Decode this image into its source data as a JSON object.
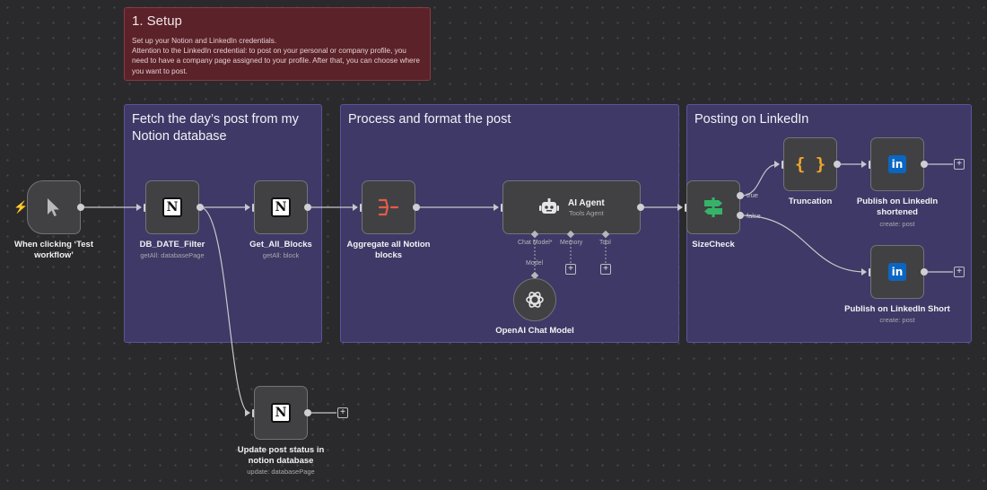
{
  "sticky_note": {
    "title": "1. Setup",
    "body": "Set up your Notion and LinkedIn credentials.\nAttention to the LinkedIn credential: to post on your personal or company profile, you need to have a company page assigned to your profile. After that, you can choose where you want to post."
  },
  "groups": {
    "fetch": "Fetch the day’s post from my Notion database",
    "process": "Process and format the post",
    "posting": "Posting on LinkedIn"
  },
  "nodes": {
    "trigger": {
      "label": "When clicking ‘Test workflow’"
    },
    "db_filter": {
      "label": "DB_DATE_Filter",
      "sub": "getAll: databasePage"
    },
    "get_blocks": {
      "label": "Get_All_Blocks",
      "sub": "getAll: block"
    },
    "aggregate": {
      "label": "Aggregate all Notion blocks"
    },
    "ai_agent": {
      "label": "AI Agent",
      "sub": "Tools Agent",
      "ports": {
        "chat_model": "Chat Model*",
        "memory": "Memory",
        "tool": "Tool"
      }
    },
    "openai": {
      "label": "OpenAI Chat Model",
      "port": "Model"
    },
    "sizecheck": {
      "label": "SizeCheck",
      "true_label": "true",
      "false_label": "false"
    },
    "truncation": {
      "label": "Truncation",
      "glyph": "{ }"
    },
    "publish_shortened": {
      "label": "Publish on LinkedIn shortened",
      "sub": "create: post"
    },
    "publish_short": {
      "label": "Publish on LinkedIn Short",
      "sub": "create: post"
    },
    "update_status": {
      "label": "Update post status in notion database",
      "sub": "update: databasePage"
    }
  },
  "icons": {
    "trigger": "cursor-icon",
    "notion": "notion-icon",
    "aggregate": "aggregate-icon",
    "agent": "robot-icon",
    "openai": "openai-icon",
    "sizecheck": "signpost-icon",
    "truncation": "code-braces-icon",
    "linkedin": "linkedin-icon",
    "linkedin_glyph": "in",
    "notion_glyph": "N"
  },
  "colors": {
    "canvas": "#2a2a2d",
    "note": "#5b2229",
    "group": "#3e3966",
    "node": "#414144",
    "wire": "#c7c7cc",
    "notion": "#ffffff",
    "aggregate": "#e25c46",
    "sizecheck": "#35b468",
    "truncation": "#f0a52a",
    "linkedin": "#0a66c2"
  }
}
